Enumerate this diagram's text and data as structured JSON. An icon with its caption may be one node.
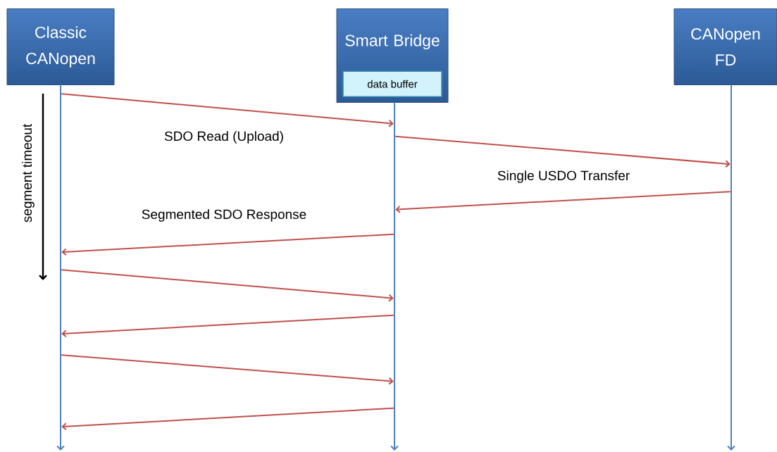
{
  "diagram": {
    "nodes": [
      {
        "text": [
          "Classic CANopen"
        ]
      },
      {
        "text": [
          "Smart Bridge"
        ]
      },
      {
        "text": [
          "data buffer"
        ],
        "in": 1
      },
      {
        "text": [
          "CANopen FD"
        ]
      },
      {
        "text": [],
        "shape": "line"
      },
      {
        "text": [],
        "shape": "line"
      },
      {
        "text": [],
        "shape": "line"
      }
    ],
    "edges": [
      {
        "from": 4,
        "to": 5,
        "arrow": "to",
        "label": "SDO Read (Upload)"
      },
      {
        "from": 5,
        "to": 6,
        "arrow": "to",
        "label": "Single USDO Transfer"
      },
      {
        "from": 6,
        "to": 5,
        "arrow": "to"
      },
      {
        "from": 5,
        "to": 4,
        "arrow": "to",
        "label": "Segmented SDO Response"
      },
      {
        "from": 4,
        "to": 5,
        "arrow": "to"
      },
      {
        "from": 5,
        "to": 4,
        "arrow": "to"
      },
      {
        "from": 4,
        "to": 5,
        "arrow": "to"
      },
      {
        "from": 5,
        "to": 4,
        "arrow": "to"
      }
    ],
    "labels": [
      "segment timeout"
    ]
  }
}
